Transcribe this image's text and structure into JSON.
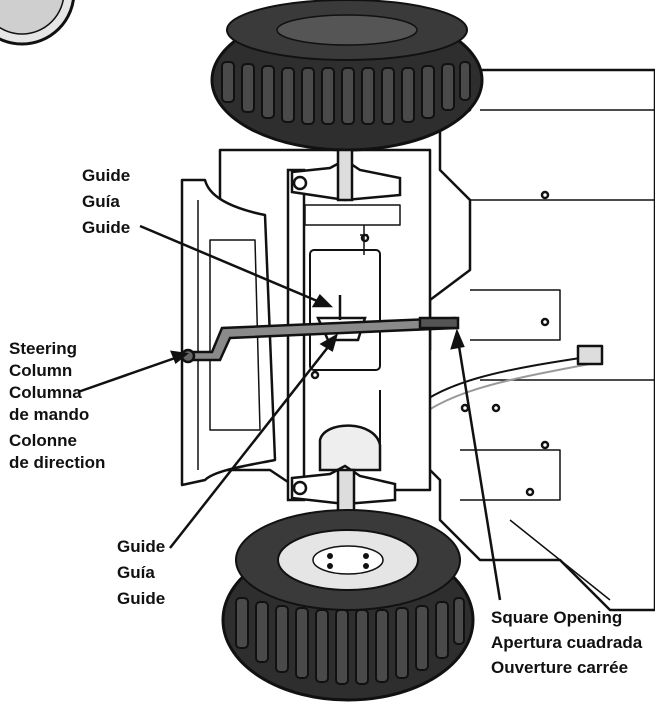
{
  "step_badge": {
    "icon": "step-number-badge"
  },
  "labels": {
    "guide_top": [
      "Guide",
      "Guía",
      "Guide"
    ],
    "steering_column": [
      "Steering",
      "Column",
      "Columna",
      "de mando",
      "Colonne",
      "de direction"
    ],
    "guide_bottom": [
      "Guide",
      "Guía",
      "Guide"
    ],
    "square_opening": [
      "Square Opening",
      "Apertura cuadrada",
      "Ouverture carrée"
    ]
  },
  "colors": {
    "line": "#111111",
    "tire": "#3a3a3a",
    "tire_dark": "#1f1f1f",
    "part": "#ffffff",
    "hatch": "#cfcfcf"
  }
}
